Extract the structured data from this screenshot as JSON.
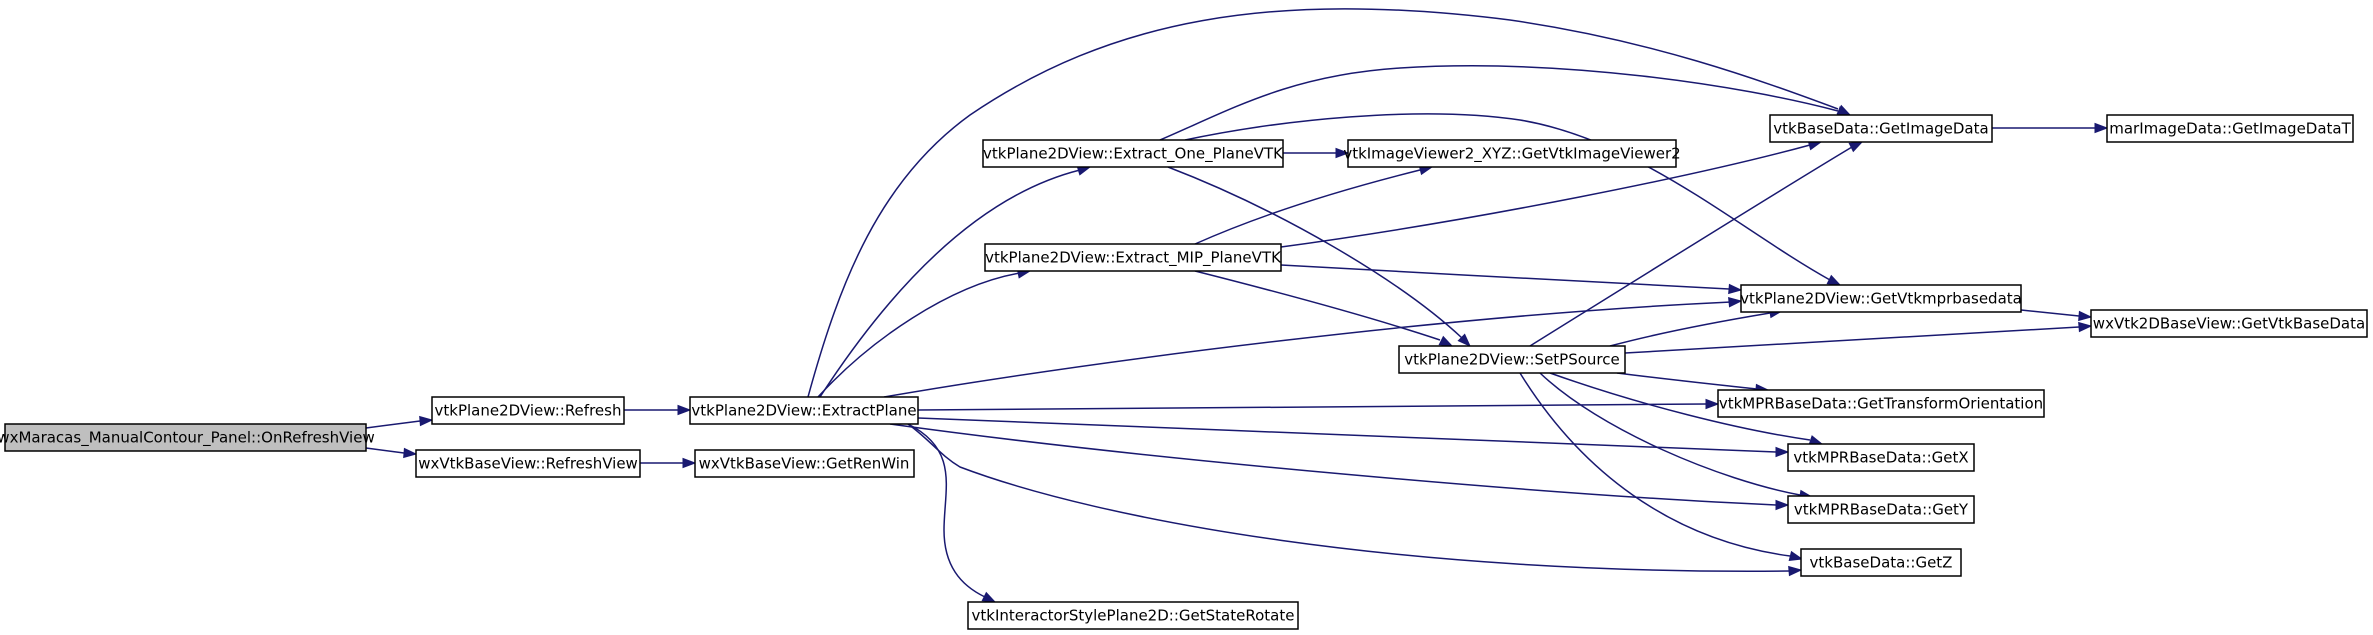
{
  "graph": {
    "edge_color": "#191970",
    "root_fill": "#bfbfbf",
    "nodes": [
      {
        "id": "root",
        "label": "wxMaracas_ManualContour_Panel::OnRefreshView",
        "root": true
      },
      {
        "id": "refresh",
        "label": "vtkPlane2DView::Refresh"
      },
      {
        "id": "rview",
        "label": "wxVtkBaseView::RefreshView"
      },
      {
        "id": "extract",
        "label": "vtkPlane2DView::ExtractPlane"
      },
      {
        "id": "renwin",
        "label": "wxVtkBaseView::GetRenWin"
      },
      {
        "id": "one",
        "label": "vtkPlane2DView::Extract_One_PlaneVTK"
      },
      {
        "id": "mip",
        "label": "vtkPlane2DView::Extract_MIP_PlaneVTK"
      },
      {
        "id": "rotate",
        "label": "vtkInteractorStylePlane2D::GetStateRotate"
      },
      {
        "id": "viewer2",
        "label": "vtkImageViewer2_XYZ::GetVtkImageViewer2"
      },
      {
        "id": "psource",
        "label": "vtkPlane2DView::SetPSource"
      },
      {
        "id": "getimg",
        "label": "vtkBaseData::GetImageData"
      },
      {
        "id": "mprbase",
        "label": "vtkPlane2DView::GetVtkmprbasedata"
      },
      {
        "id": "transf",
        "label": "vtkMPRBaseData::GetTransformOrientation"
      },
      {
        "id": "getx",
        "label": "vtkMPRBaseData::GetX"
      },
      {
        "id": "gety",
        "label": "vtkMPRBaseData::GetY"
      },
      {
        "id": "getz",
        "label": "vtkBaseData::GetZ"
      },
      {
        "id": "marimg",
        "label": "marImageData::GetImageDataT"
      },
      {
        "id": "wx2d",
        "label": "wxVtk2DBaseView::GetVtkBaseData"
      }
    ]
  }
}
